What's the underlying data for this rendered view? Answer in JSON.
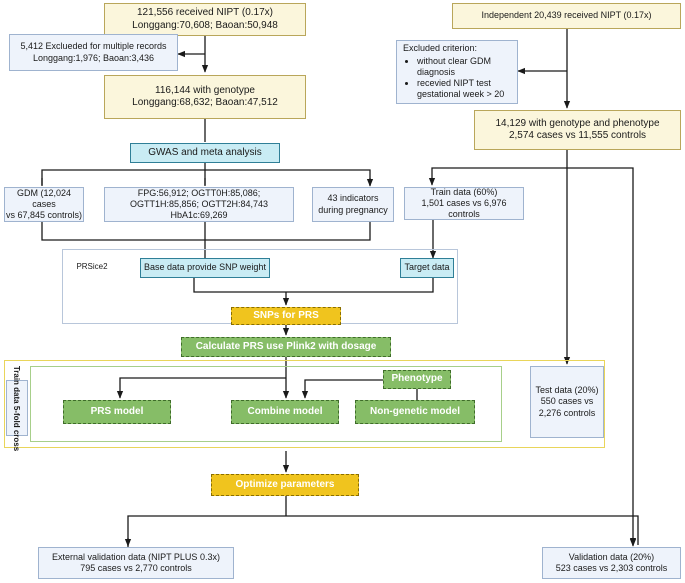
{
  "nodes": {
    "received_nipt": [
      "121,556 received NIPT (0.17x)",
      "Longgang:70,608; Baoan:50,948"
    ],
    "excluded_multiple": [
      "5,412 Exclueded for multiple records",
      "Longgang:1,976; Baoan:3,436"
    ],
    "genotype": [
      "116,144 with genotype",
      "Longgang:68,632; Baoan:47,512"
    ],
    "gwas": "GWAS and meta analysis",
    "gdm": [
      "GDM (12,024 cases",
      "vs 67,845 controls)"
    ],
    "fpg_ogtt": [
      "FPG:56,912; OGTT0H:85,086;",
      "OGTT1H:85,856; OGTT2H:84,743",
      "HbA1c:69,269"
    ],
    "indicators": [
      "43 indicators",
      "during pregnancy"
    ],
    "prsice": "PRSice2",
    "base_data": "Base data provide SNP weight",
    "target_data": "Target data",
    "snps_prs": "SNPs for PRS",
    "calc_prs": "Calculate PRS use Plink2 with dosage",
    "train_cross": "Train data 5-fold cross",
    "phenotype": "Phenotype",
    "prs_model": "PRS model",
    "combine_model": "Combine model",
    "nongenetic_model": "Non-genetic model",
    "optimize": "Optimize parameters",
    "external_validation": [
      "External validation data (NIPT PLUS 0.3x)",
      "795 cases vs 2,770 controls"
    ],
    "independent": "Independent 20,439 received NIPT (0.17x)",
    "excluded_criterion": {
      "title": "Excluded criterion:",
      "items": [
        "without clear GDM diagnosis",
        "recevied NIPT test gestational week > 20"
      ]
    },
    "geno_pheno": [
      "14,129 with genotype and phenotype",
      "2,574 cases vs 11,555 controls"
    ],
    "train_data": [
      "Train data (60%)",
      "1,501 cases vs 6,976 controls"
    ],
    "test_data": [
      "Test data (20%)",
      "550 cases vs",
      "2,276 controls"
    ],
    "validation_data": [
      "Validation data (20%)",
      "523 cases vs 2,303 controls"
    ]
  },
  "colors": {
    "cream_fill": "#fbf6dc",
    "blue_fill": "#eef3fb",
    "cyan_fill": "#c9ecf4",
    "gold_fill": "#f0c41e",
    "green_fill": "#86bd67",
    "line": "#1a1a1a"
  }
}
